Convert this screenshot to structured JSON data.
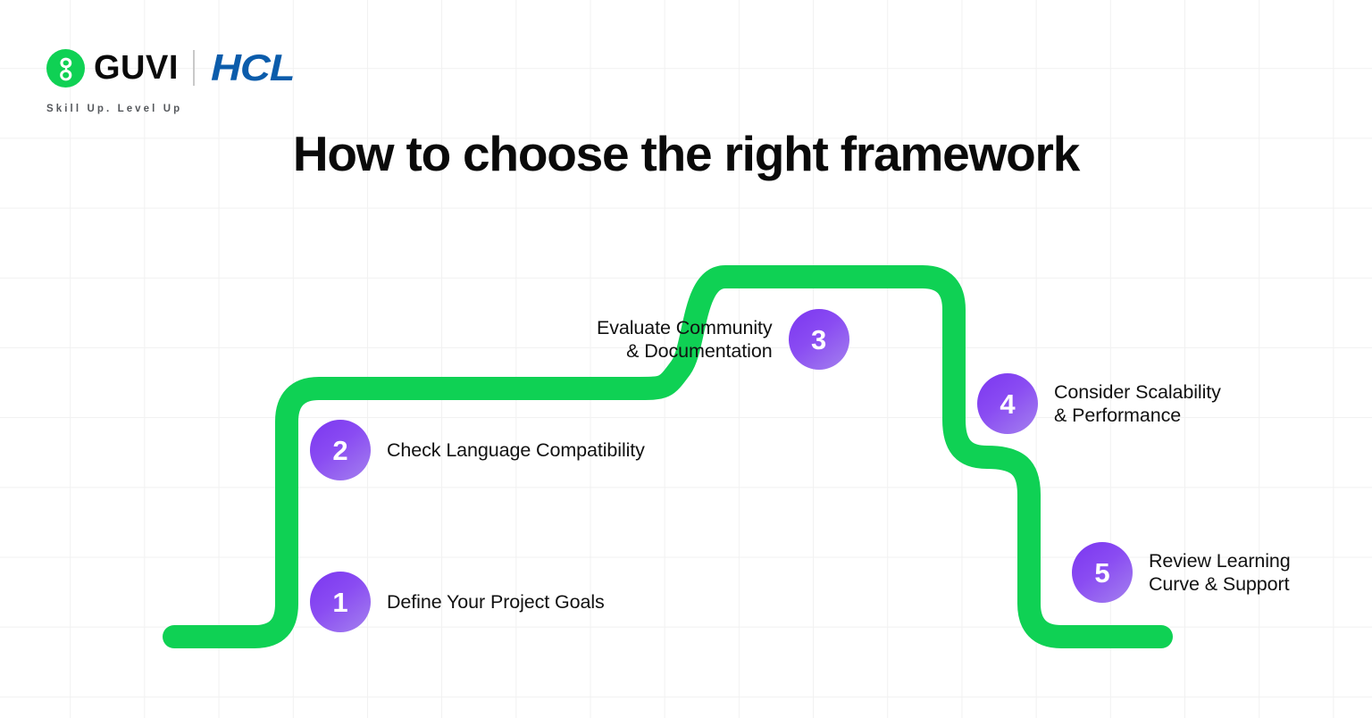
{
  "brand": {
    "logo_icon": "guvi-circle-g-icon",
    "name": "GUVI",
    "partner": "HCL",
    "divider": "|",
    "tagline": "Skill Up. Level Up",
    "guvi_green": "#0FD154",
    "hcl_blue": "#0B5CAB"
  },
  "heading": {
    "title": "How to choose the right framework"
  },
  "flow": {
    "path_color": "#0FD154",
    "bubble_gradient_from": "#7B36F0",
    "bubble_gradient_to": "#A481EE",
    "grid_color": "#f1f1f1",
    "background": "#ffffff"
  },
  "steps": [
    {
      "number": "1",
      "label": "Define Your Project Goals",
      "side": "right"
    },
    {
      "number": "2",
      "label": "Check Language Compatibility",
      "side": "right"
    },
    {
      "number": "3",
      "label": "Evaluate Community\n& Documentation",
      "side": "left"
    },
    {
      "number": "4",
      "label": "Consider Scalability\n& Performance",
      "side": "right"
    },
    {
      "number": "5",
      "label": "Review Learning\nCurve & Support",
      "side": "right"
    }
  ]
}
